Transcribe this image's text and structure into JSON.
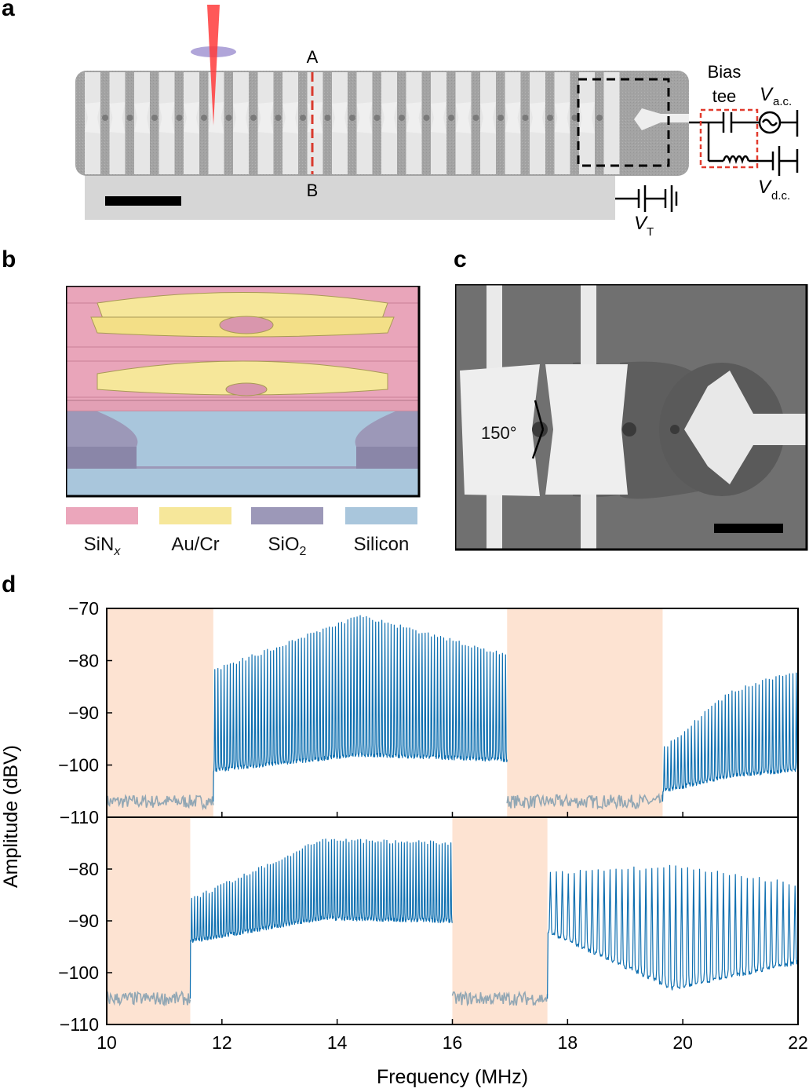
{
  "panels": {
    "a": {
      "letter": "a",
      "labels": {
        "A": "A",
        "B": "B",
        "bias": "Bias",
        "tee": "tee",
        "vac_main": "V",
        "vac_sub": "a.c.",
        "vdc_main": "V",
        "vdc_sub": "d.c.",
        "vt_main": "V",
        "vt_sub": "T"
      },
      "colors": {
        "sem_gray": "#9d9d9d",
        "laser": "#ff3b3b",
        "cut_line": "#d93a2e",
        "bias_box": "#e23b2e"
      }
    },
    "b": {
      "letter": "b",
      "legend": [
        {
          "label_main": "SiN",
          "label_sub": "x",
          "sub_style": "italic",
          "color": "#eba6bb"
        },
        {
          "label_main": "Au/Cr",
          "label_sub": "",
          "sub_style": "",
          "color": "#f6e79a"
        },
        {
          "label_main": "SiO",
          "label_sub": "2",
          "sub_style": "normal",
          "color": "#9c98b8"
        },
        {
          "label_main": "Silicon",
          "label_sub": "",
          "sub_style": "",
          "color": "#a9c6dc"
        }
      ]
    },
    "c": {
      "letter": "c",
      "angle_label": "150°"
    },
    "d": {
      "letter": "d"
    }
  },
  "chart_data": {
    "type": "line",
    "xlabel": "Frequency (MHz)",
    "ylabel": "Amplitude (dBV)",
    "x_ticks": [
      "10",
      "12",
      "14",
      "16",
      "18",
      "20",
      "22"
    ],
    "xlim": [
      10,
      22
    ],
    "colors": {
      "signal": "#0e6fb0",
      "noise": "#92a7b4",
      "bandgap": "#fde3d2"
    },
    "subplots": [
      {
        "ylim": [
          -110,
          -70
        ],
        "y_ticks": [
          "-70",
          "-80",
          "-90",
          "-100",
          "-110"
        ],
        "shaded_ranges": [
          [
            10,
            11.85
          ],
          [
            16.95,
            19.65
          ]
        ],
        "noise_ranges": [
          [
            10,
            11.85
          ],
          [
            16.95,
            19.65
          ]
        ],
        "noise_level": -107,
        "bands": [
          {
            "x_start": 11.85,
            "x_end": 16.95,
            "baseline_start": -101,
            "baseline_mid": -98,
            "baseline_end": -99,
            "peak_start": -82,
            "peak_mid": -71.5,
            "peak_end": -79,
            "n_modes": 95
          },
          {
            "x_start": 19.65,
            "x_end": 22.0,
            "baseline_start": -105,
            "baseline_mid": -102,
            "baseline_end": -101,
            "peak_start": -97,
            "peak_mid": -86,
            "peak_end": -82,
            "n_modes": 40
          }
        ]
      },
      {
        "ylim": [
          -110,
          -70
        ],
        "y_ticks": [
          "",
          "-80",
          "-90",
          "-100",
          "-110"
        ],
        "shaded_ranges": [
          [
            10,
            11.45
          ],
          [
            16.0,
            17.65
          ]
        ],
        "noise_ranges": [
          [
            10,
            11.45
          ],
          [
            16.0,
            17.65
          ]
        ],
        "noise_level": -105,
        "bands": [
          {
            "x_start": 11.45,
            "x_end": 16.0,
            "baseline_start": -94,
            "baseline_mid": -89.5,
            "baseline_end": -90,
            "peak_start": -86,
            "peak_mid": -74.5,
            "peak_end": -75,
            "n_modes": 90
          },
          {
            "x_start": 17.65,
            "x_end": 22.0,
            "baseline_start": -92,
            "baseline_mid": -103,
            "baseline_end": -98,
            "peak_start": -81,
            "peak_mid": -79.5,
            "peak_end": -83,
            "n_modes": 42
          }
        ]
      }
    ]
  }
}
